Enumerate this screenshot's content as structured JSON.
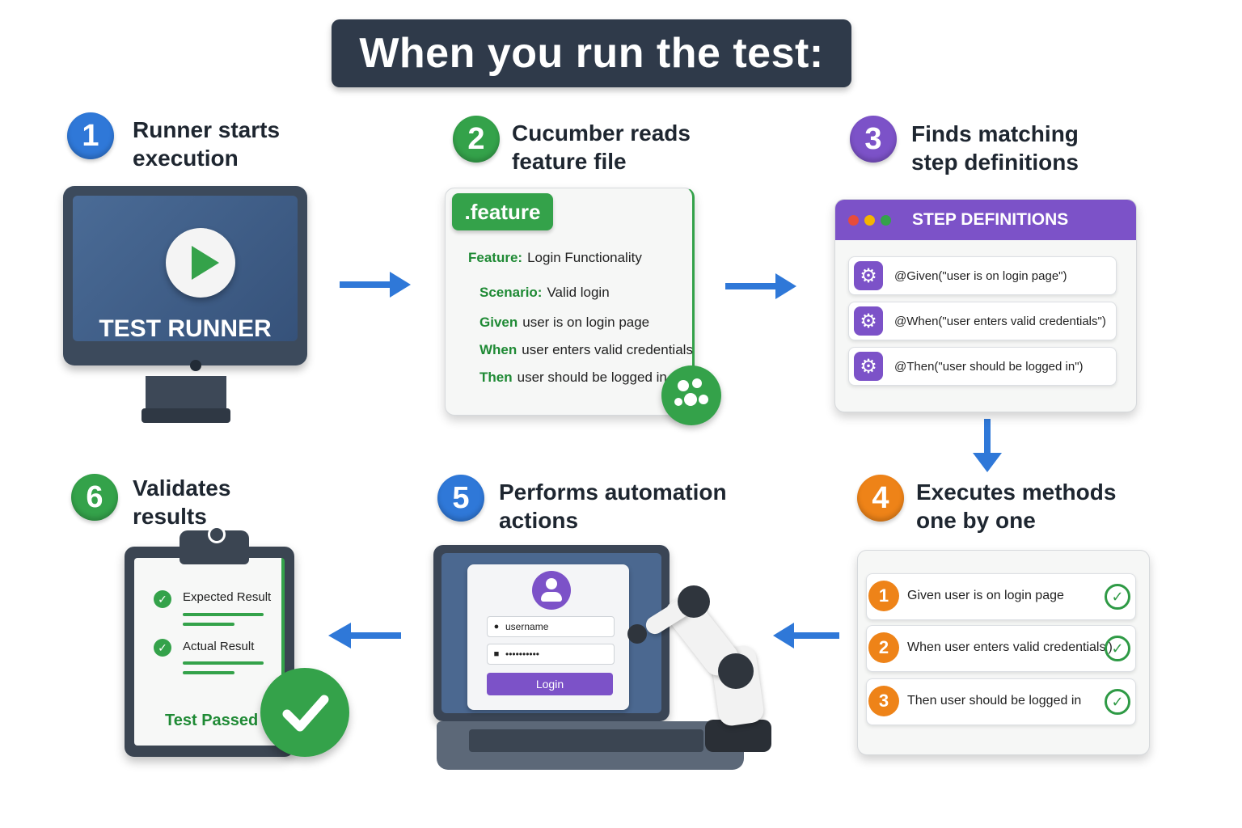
{
  "title": "When you run the test:",
  "steps": [
    {
      "num": "1",
      "label": "Runner starts\nexecution",
      "color": "#2f78d8"
    },
    {
      "num": "2",
      "label": "Cucumber reads\nfeature file",
      "color": "#34a24a"
    },
    {
      "num": "3",
      "label": "Finds matching\nstep definitions",
      "color": "#7c52c8"
    },
    {
      "num": "4",
      "label": "Executes methods\none by one",
      "color": "#ee8318"
    },
    {
      "num": "5",
      "label": "Performs automation\nactions",
      "color": "#2f78d8"
    },
    {
      "num": "6",
      "label": "Validates\nresults",
      "color": "#34a24a"
    }
  ],
  "runner": {
    "label": "TEST RUNNER"
  },
  "feature_file": {
    "tab": ".feature",
    "lines": [
      {
        "kw": "Feature:",
        "text": "Login Functionality"
      },
      {
        "kw": "Scenario:",
        "text": "Valid login"
      },
      {
        "kw": "Given",
        "text": "user is on login page"
      },
      {
        "kw": "When",
        "text": "user enters valid credentials"
      },
      {
        "kw": "Then",
        "text": "user should be logged in"
      }
    ]
  },
  "step_definitions": {
    "header": "STEP DEFINITIONS",
    "rows": [
      "@Given(\"user is on login page\")",
      "@When(\"user enters valid credentials\")",
      "@Then(\"user should be logged in\")"
    ]
  },
  "execution": [
    {
      "num": "1",
      "text": "Given user is on login page"
    },
    {
      "num": "2",
      "text": "When user enters valid credentials')"
    },
    {
      "num": "3",
      "text": "Then user should be logged in"
    }
  ],
  "login_form": {
    "username": "username",
    "password": "••••••••••",
    "button": "Login"
  },
  "validation": {
    "expected": "Expected Result",
    "actual": "Actual Result",
    "status": "Test Passed"
  },
  "colors": {
    "blue": "#2f78d8",
    "green": "#34a24a",
    "purple": "#7c52c8",
    "orange": "#ee8318",
    "dark": "#2f3a4a"
  },
  "icons": {
    "arrow": "arrow-icon",
    "play": "play-icon",
    "gear": "gear-icon",
    "check": "check-icon",
    "user": "user-icon",
    "lock": "lock-icon",
    "cucumber": "cucumber-logo-icon",
    "robot": "robot-arm-icon",
    "clipboard": "clipboard-icon"
  }
}
